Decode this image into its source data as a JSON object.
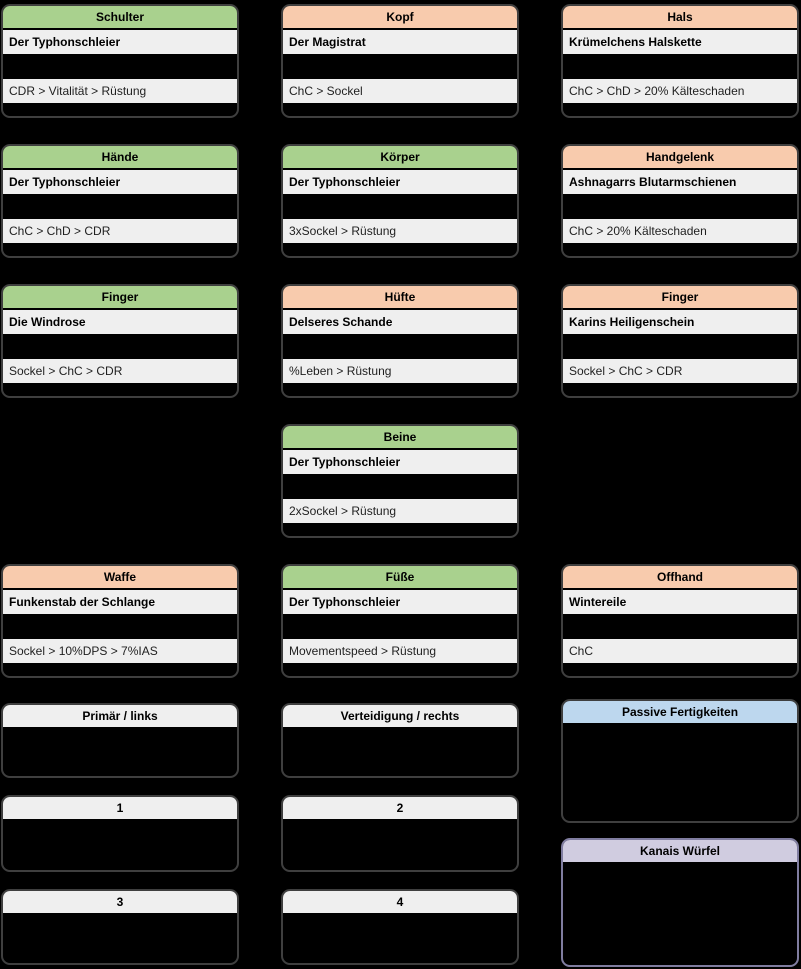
{
  "colors": {
    "background": "#000000",
    "card_border": "#3f3f3f",
    "cube_border": "#807da0",
    "header_green": "#a9d18e",
    "header_orange": "#f8cbad",
    "header_blue": "#bdd7ee",
    "header_purple": "#d0cce0",
    "row_background": "#efefef"
  },
  "equipment": [
    {
      "slot": "Schulter",
      "color": "green",
      "item": "Der Typhonschleier",
      "stats": "CDR > Vitalität > Rüstung"
    },
    {
      "slot": "Kopf",
      "color": "orange",
      "item": "Der Magistrat",
      "stats": "ChC > Sockel"
    },
    {
      "slot": "Hals",
      "color": "orange",
      "item": "Krümelchens Halskette",
      "stats": "ChC > ChD > 20% Kälteschaden"
    },
    {
      "slot": "Hände",
      "color": "green",
      "item": "Der Typhonschleier",
      "stats": "ChC > ChD > CDR"
    },
    {
      "slot": "Körper",
      "color": "green",
      "item": "Der Typhonschleier",
      "stats": "3xSockel > Rüstung"
    },
    {
      "slot": "Handgelenk",
      "color": "orange",
      "item": "Ashnagarrs Blutarmschienen",
      "stats": "ChC > 20% Kälteschaden"
    },
    {
      "slot": "Finger",
      "color": "green",
      "item": "Die Windrose",
      "stats": "Sockel > ChC > CDR"
    },
    {
      "slot": "Hüfte",
      "color": "orange",
      "item": "Delseres Schande",
      "stats": "%Leben > Rüstung"
    },
    {
      "slot": "Finger",
      "color": "orange",
      "item": "Karins Heiligenschein",
      "stats": "Sockel > ChC > CDR"
    },
    {
      "slot": "Beine",
      "color": "green",
      "item": "Der Typhonschleier",
      "stats": "2xSockel > Rüstung"
    },
    {
      "slot": "Waffe",
      "color": "orange",
      "item": "Funkenstab der Schlange",
      "stats": "Sockel > 10%DPS > 7%IAS"
    },
    {
      "slot": "Füße",
      "color": "green",
      "item": "Der Typhonschleier",
      "stats": "Movementspeed > Rüstung"
    },
    {
      "slot": "Offhand",
      "color": "orange",
      "item": "Wintereile",
      "stats": "ChC"
    }
  ],
  "skills": {
    "primary_label": "Primär / links",
    "defense_label": "Verteidigung / rechts",
    "slot1": "1",
    "slot2": "2",
    "slot3": "3",
    "slot4": "4"
  },
  "passives": {
    "title": "Passive Fertigkeiten"
  },
  "cube": {
    "title": "Kanais Würfel"
  }
}
